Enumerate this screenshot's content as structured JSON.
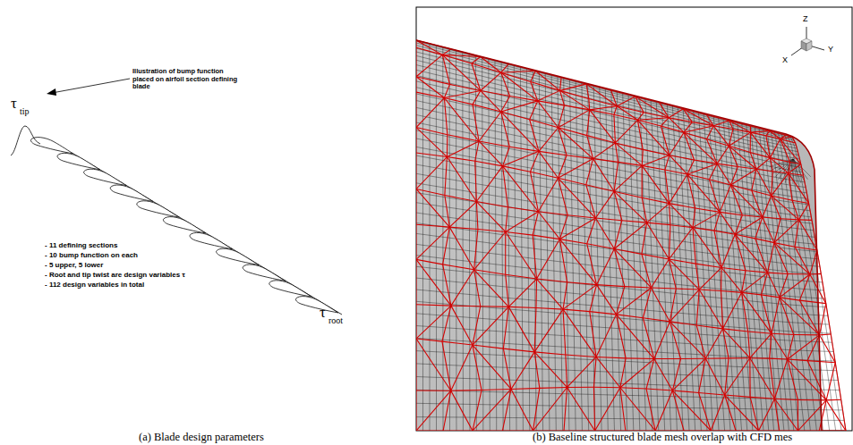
{
  "diagram": {
    "labels": [
      "τ",
      "tip",
      "Illustration of bump function placed on airfoil section defining blade",
      "- 11 defining sections",
      "- 10 bump function on each",
      "- 5 upper, 5 lower",
      "- Root and tip twist are design variables τ",
      "- 112 design variables in total",
      "τ",
      "root",
      "Z",
      "Y",
      "X",
      "(a) Blade design parameters",
      "(b) Baseline structured blade mesh overlap with CFD mes"
    ]
  }
}
